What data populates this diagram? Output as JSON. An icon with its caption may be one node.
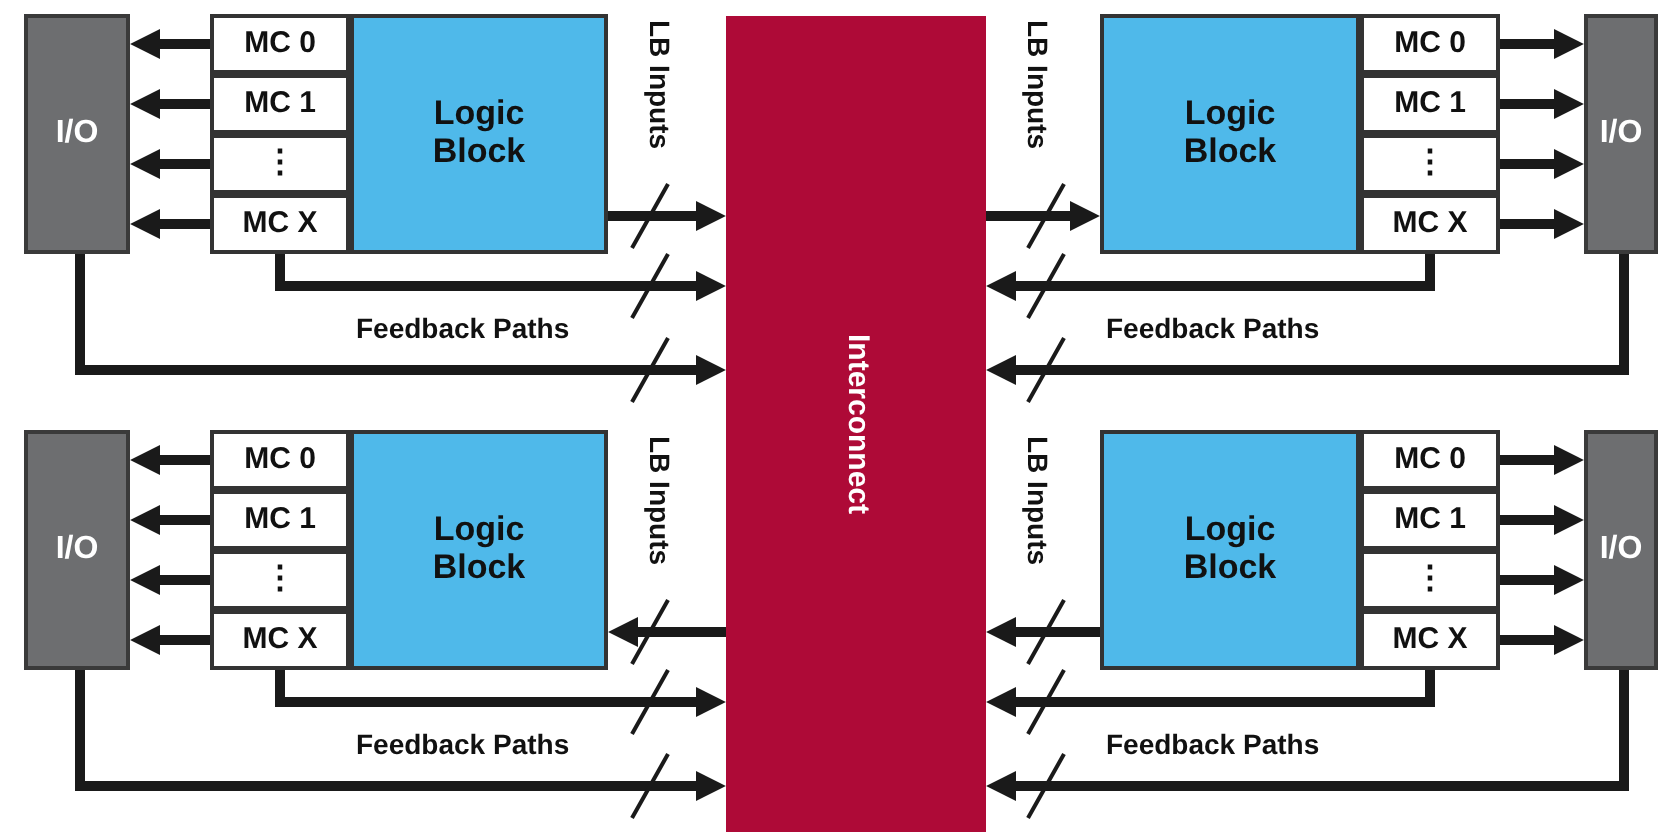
{
  "diagram": {
    "nodes": [
      {
        "text": [
          "Interconnect"
        ]
      },
      {
        "text": [
          "I/O"
        ]
      },
      {
        "text": [
          "MC 0"
        ]
      },
      {
        "text": [
          "MC 1"
        ]
      },
      {
        "text": [
          "⋮"
        ]
      },
      {
        "text": [
          "MC X"
        ]
      },
      {
        "text": [
          "Logic Block"
        ]
      },
      {
        "text": [
          "I/O"
        ]
      },
      {
        "text": [
          "MC 0"
        ]
      },
      {
        "text": [
          "MC 1"
        ]
      },
      {
        "text": [
          "⋮"
        ]
      },
      {
        "text": [
          "MC X"
        ]
      },
      {
        "text": [
          "Logic Block"
        ]
      },
      {
        "text": [
          "I/O"
        ]
      },
      {
        "text": [
          "MC 0"
        ]
      },
      {
        "text": [
          "MC 1"
        ]
      },
      {
        "text": [
          "⋮"
        ]
      },
      {
        "text": [
          "MC X"
        ]
      },
      {
        "text": [
          "Logic Block"
        ]
      },
      {
        "text": [
          "I/O"
        ]
      },
      {
        "text": [
          "MC 0"
        ]
      },
      {
        "text": [
          "MC 1"
        ]
      },
      {
        "text": [
          "⋮"
        ]
      },
      {
        "text": [
          "MC X"
        ]
      },
      {
        "text": [
          "Logic Block"
        ]
      }
    ],
    "edges": [
      {
        "from": 2,
        "to": 1,
        "arrow": "to"
      },
      {
        "from": 3,
        "to": 1,
        "arrow": "to"
      },
      {
        "from": 4,
        "to": 1,
        "arrow": "to"
      },
      {
        "from": 5,
        "to": 1,
        "arrow": "to"
      },
      {
        "from": 6,
        "to": 0,
        "arrow": "to"
      },
      {
        "from": 5,
        "to": 0,
        "arrow": "to"
      },
      {
        "from": 1,
        "to": 0,
        "arrow": "to"
      },
      {
        "from": 8,
        "to": 7,
        "arrow": "to"
      },
      {
        "from": 9,
        "to": 7,
        "arrow": "to"
      },
      {
        "from": 10,
        "to": 7,
        "arrow": "to"
      },
      {
        "from": 11,
        "to": 7,
        "arrow": "to"
      },
      {
        "from": 0,
        "to": 12,
        "arrow": "to"
      },
      {
        "from": 11,
        "to": 0,
        "arrow": "to"
      },
      {
        "from": 7,
        "to": 0,
        "arrow": "to"
      },
      {
        "from": 14,
        "to": 13,
        "arrow": "to"
      },
      {
        "from": 15,
        "to": 13,
        "arrow": "to"
      },
      {
        "from": 16,
        "to": 13,
        "arrow": "to"
      },
      {
        "from": 17,
        "to": 13,
        "arrow": "to"
      },
      {
        "from": 0,
        "to": 18,
        "arrow": "to"
      },
      {
        "from": 17,
        "to": 0,
        "arrow": "to"
      },
      {
        "from": 13,
        "to": 0,
        "arrow": "to"
      },
      {
        "from": 20,
        "to": 19,
        "arrow": "to"
      },
      {
        "from": 21,
        "to": 19,
        "arrow": "to"
      },
      {
        "from": 22,
        "to": 19,
        "arrow": "to"
      },
      {
        "from": 23,
        "to": 19,
        "arrow": "to"
      },
      {
        "from": 24,
        "to": 0,
        "arrow": "to"
      },
      {
        "from": 23,
        "to": 0,
        "arrow": "to"
      },
      {
        "from": 19,
        "to": 0,
        "arrow": "to"
      }
    ],
    "labels": [
      "LB Inputs",
      "LB Inputs",
      "Feedback Paths",
      "Feedback Paths",
      "LB Inputs",
      "LB Inputs",
      "Feedback Paths",
      "Feedback Paths"
    ]
  }
}
